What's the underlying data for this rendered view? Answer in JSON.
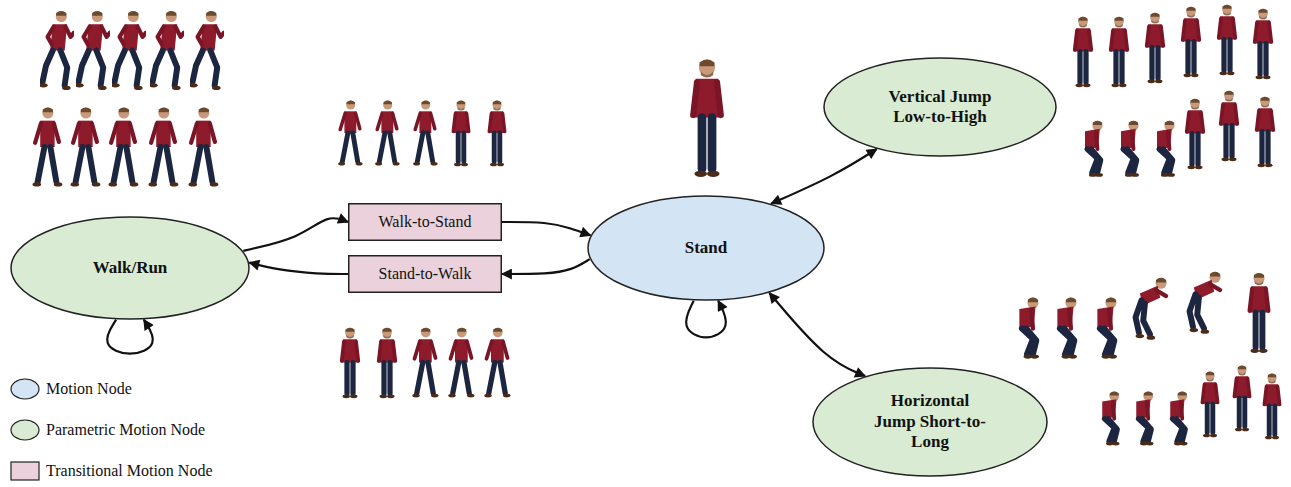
{
  "diagram": {
    "nodes": [
      {
        "text": [
          "Walk/Run"
        ]
      },
      {
        "text": [
          "Walk-to-Stand"
        ]
      },
      {
        "text": [
          "Stand-to-Walk"
        ]
      },
      {
        "text": [
          "Stand"
        ]
      },
      {
        "text": [
          "Vertical Jump Low-to-High"
        ]
      },
      {
        "text": [
          "Horizontal Jump Short-to-Long"
        ]
      }
    ],
    "edges": [
      {
        "from": 0,
        "to": 1,
        "arrow": "to"
      },
      {
        "from": 1,
        "to": 3,
        "arrow": "to"
      },
      {
        "from": 3,
        "to": 2,
        "arrow": "to"
      },
      {
        "from": 2,
        "to": 0,
        "arrow": "to"
      },
      {
        "from": 0,
        "to": 0,
        "arrow": "to"
      },
      {
        "from": 3,
        "to": 3,
        "arrow": "to"
      },
      {
        "from": 3,
        "to": 4,
        "arrow": "both"
      },
      {
        "from": 3,
        "to": 5,
        "arrow": "both"
      }
    ],
    "legend": [
      {
        "text": "Motion Node",
        "color": "#d3e4f5"
      },
      {
        "text": "Parametric Motion Node",
        "color": "#d9ecd3"
      },
      {
        "text": "Transitional Motion Node",
        "color": "#ead1dc"
      }
    ]
  }
}
